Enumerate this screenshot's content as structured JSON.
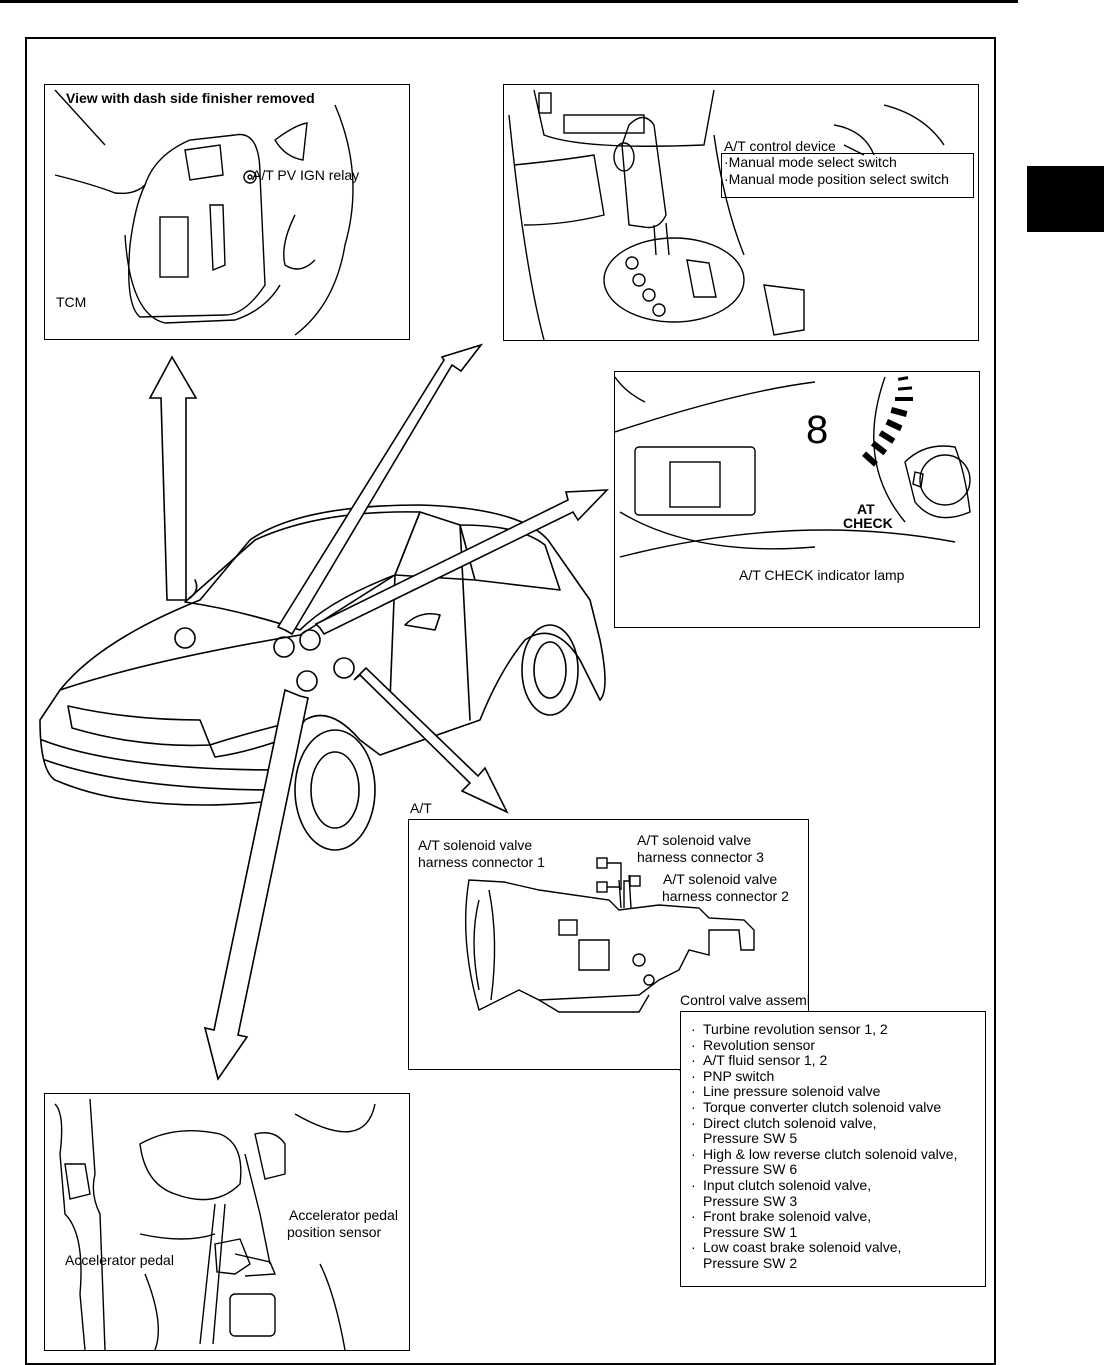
{
  "colors": {
    "ink": "#000000",
    "paper": "#ffffff"
  },
  "tcm_panel": {
    "title": "View with dash side finisher removed",
    "relay_label": "A/T PV IGN relay",
    "tcm_label": "TCM"
  },
  "console_panel": {
    "device_label": "A/T control device",
    "items": [
      "·Manual mode select switch",
      "·Manual mode position select switch"
    ]
  },
  "meter_panel": {
    "digit": "8",
    "lamp_top": "AT",
    "lamp_bottom": "CHECK",
    "lamp_label": "A/T CHECK indicator lamp"
  },
  "at_panel": {
    "title": "A/T",
    "connector1": [
      "A/T solenoid valve",
      "harness connector 1"
    ],
    "connector3": [
      "A/T solenoid valve",
      "harness connector 3"
    ],
    "connector2": [
      "A/T solenoid valve",
      "harness connector 2"
    ],
    "control_valve": "Control valve assembly",
    "components": [
      {
        "text": "Turbine revolution sensor 1, 2"
      },
      {
        "text": "Revolution sensor"
      },
      {
        "text": "A/T fluid sensor 1, 2"
      },
      {
        "text": "PNP switch"
      },
      {
        "text": "Line pressure solenoid valve"
      },
      {
        "text": "Torque converter clutch solenoid valve"
      },
      {
        "text": "Direct clutch solenoid valve,",
        "cont": "Pressure SW 5"
      },
      {
        "text": "High & low reverse clutch solenoid valve,",
        "cont": "Pressure SW 6"
      },
      {
        "text": "Input clutch solenoid valve,",
        "cont": "Pressure SW 3"
      },
      {
        "text": "Front brake solenoid valve,",
        "cont": "Pressure SW 1"
      },
      {
        "text": "Low coast brake solenoid valve,",
        "cont": "Pressure SW 2"
      }
    ]
  },
  "pedal_panel": {
    "sensor_label": [
      "Accelerator pedal",
      "position sensor"
    ],
    "pedal_label": "Accelerator pedal"
  }
}
